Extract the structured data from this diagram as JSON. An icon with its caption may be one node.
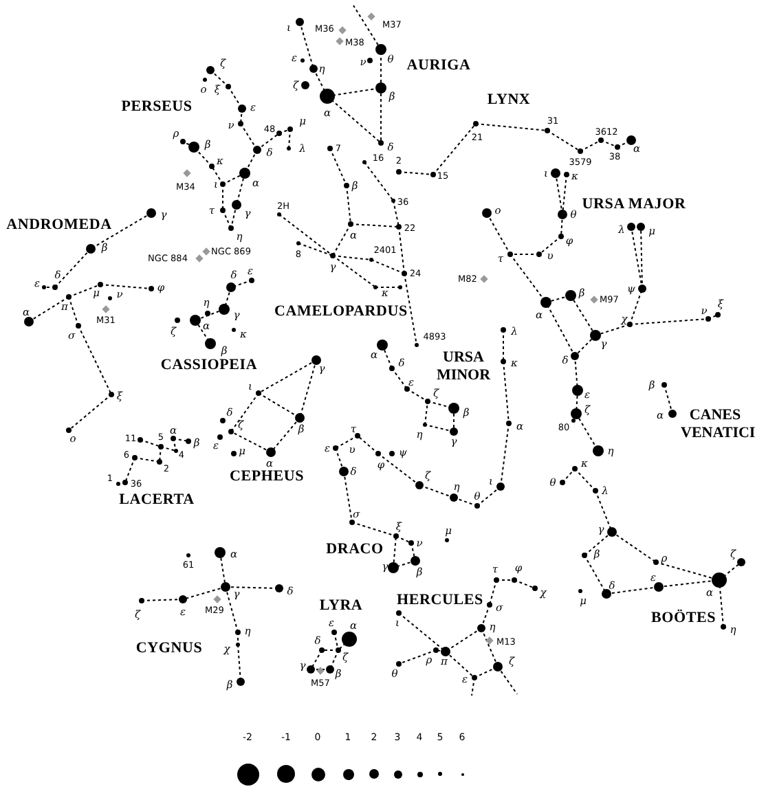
{
  "diagram": {
    "labels": [
      "ι",
      "M36",
      "M37",
      "M38",
      "θ",
      "ν",
      "AURIGA",
      "ε",
      "η",
      "ζ",
      "β",
      "α",
      "δ",
      "ζ",
      "ο",
      "ξ",
      "PERSEUS",
      "ε",
      "ν",
      "48",
      "μ",
      "ρ",
      "β",
      "λ",
      "δ",
      "κ",
      "M34",
      "ι",
      "α",
      "τ",
      "γ",
      "η",
      "NGC 884",
      "NGC 869",
      "LYNX",
      "31",
      "21",
      "3612",
      "α",
      "38",
      "2",
      "3579",
      "15",
      "7",
      "16",
      "β",
      "36",
      "2H",
      "22",
      "α",
      "2401",
      "8",
      "γ",
      "24",
      "κ",
      "CAMELOPARDUS",
      "4893",
      "ι",
      "κ",
      "URSA MAJOR",
      "ο",
      "θ",
      "λ",
      "μ",
      "φ",
      "τ",
      "υ",
      "M82",
      "β",
      "ψ",
      "M97",
      "ξ",
      "ν",
      "α",
      "χ",
      "γ",
      "δ",
      "ε",
      "ζ",
      "80",
      "η",
      "β",
      "α",
      "CANES VENATICI",
      "ANDROMEDA",
      "γ",
      "β",
      "δ",
      "ε",
      "μ",
      "ν",
      "φ",
      "π",
      "M31",
      "α",
      "σ",
      "ξ",
      "ο",
      "δ",
      "ε",
      "η",
      "γ",
      "α",
      "ζ",
      "κ",
      "β",
      "CASSIOPEIA",
      "α",
      "URSA MINOR",
      "δ",
      "ε",
      "ζ",
      "β",
      "η",
      "γ",
      "λ",
      "κ",
      "α",
      "ψ",
      "φ",
      "ζ",
      "η",
      "ι",
      "θ",
      "τ",
      "ε",
      "υ",
      "δ",
      "σ",
      "ξ",
      "μ",
      "ν",
      "DRACO",
      "γ",
      "β",
      "γ",
      "ι",
      "δ",
      "ζ",
      "β",
      "ε",
      "μ",
      "α",
      "CEPHEUS",
      "α",
      "11",
      "5",
      "β",
      "6",
      "4",
      "2",
      "1",
      "36",
      "LACERTA",
      "θ",
      "κ",
      "λ",
      "γ",
      "β",
      "ρ",
      "ζ",
      "ε",
      "δ",
      "μ",
      "α",
      "BOÖTES",
      "η",
      "α",
      "61",
      "γ",
      "δ",
      "M29",
      "ε",
      "ζ",
      "η",
      "CYGNUS",
      "χ",
      "β",
      "LYRA",
      "ε",
      "α",
      "δ",
      "ζ",
      "γ",
      "β",
      "M57",
      "τ",
      "φ",
      "χ",
      "HERCULES",
      "σ",
      "ι",
      "η",
      "M13",
      "π",
      "ρ",
      "ζ",
      "θ",
      "ε"
    ],
    "legend": [
      {
        "text": "-2"
      },
      {
        "text": "-1"
      },
      {
        "text": "0"
      },
      {
        "text": "1"
      },
      {
        "text": "2"
      },
      {
        "text": "3"
      },
      {
        "text": "4"
      },
      {
        "text": "5"
      },
      {
        "text": "6"
      }
    ]
  }
}
